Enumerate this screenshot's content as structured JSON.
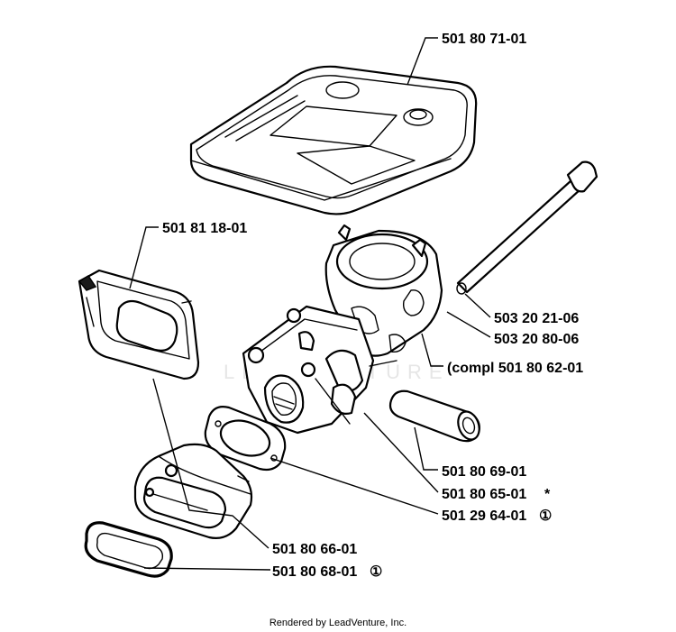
{
  "callouts": {
    "air_filter_cover": "501 80 71-01",
    "intake_gasket_upper": "501 81 18-01",
    "bolt": "503 20 21-06",
    "washer": "503 20 80-06",
    "carburetor_compl": "(compl 501 80 62-01",
    "fuel_sleeve": "501 80 69-01",
    "carburetor": "501 80 65-01",
    "carb_gasket": "501 29 64-01",
    "intake_manifold": "501 80 66-01",
    "manifold_gasket": "501 80 68-01"
  },
  "markers": {
    "carburetor": "*",
    "carb_gasket": "①",
    "manifold_gasket": "①"
  },
  "watermark": "LEADVENTURE",
  "footer": "Rendered by LeadVenture, Inc.",
  "colors": {
    "line": "#000000",
    "background": "#ffffff",
    "watermark": "#e6e6e6"
  }
}
